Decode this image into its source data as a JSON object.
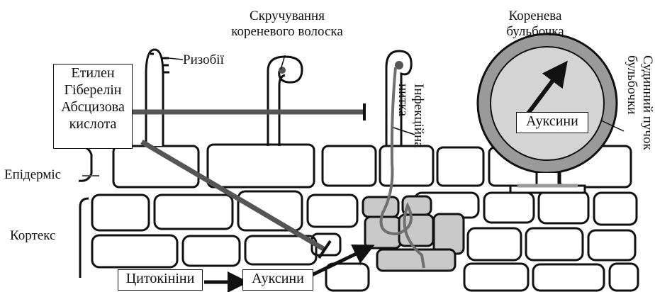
{
  "labels": {
    "root_hair_curling": [
      "Скручування",
      "кореневого волоска"
    ],
    "root_nodule": [
      "Коренева",
      "бульбочка"
    ],
    "rhizobia": "Ризобії",
    "infection_thread": [
      "Інфекційна",
      "нитка"
    ],
    "nodule_vascular_bundle": [
      "Судинний пучок",
      "бульбочки"
    ],
    "epidermis": "Епідерміс",
    "cortex": "Кортекс"
  },
  "boxes": {
    "inhibitors": [
      "Етилен",
      "Гіберелін",
      "Абсцизова",
      "кислота"
    ],
    "auxins_nodule": "Ауксини",
    "cytokinins": "Цитокініни",
    "auxins_bottom": "Ауксини"
  },
  "colors": {
    "outline": "#111111",
    "inhibitor_line": "#555555",
    "infection_thread": "#6f6f6f",
    "infected_cell": "#c9c9c9",
    "nodule_ring": "#9a9a9a",
    "nodule_inner": "#d4d4d4"
  }
}
